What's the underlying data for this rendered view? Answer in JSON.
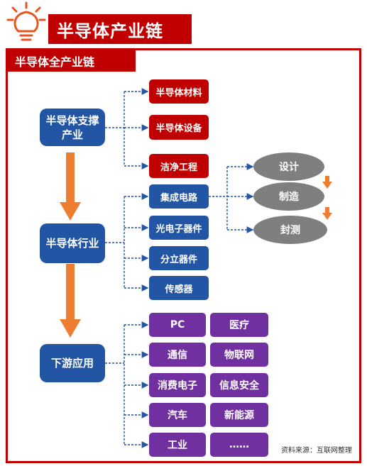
{
  "header": {
    "title": "半导体产业链"
  },
  "frame": {
    "title": "半导体全产业链"
  },
  "categories": {
    "support": "半导体支撑产业",
    "industry": "半导体行业",
    "downstream": "下游应用"
  },
  "support_items": [
    "半导体材料",
    "半导体设备",
    "洁净工程"
  ],
  "industry_items": [
    "集成电路",
    "光电子器件",
    "分立器件",
    "传感器"
  ],
  "ic_process": [
    "设计",
    "制造",
    "封测"
  ],
  "downstream_items": [
    "PC",
    "医疗",
    "通信",
    "物联网",
    "消费电子",
    "信息安全",
    "汽车",
    "新能源",
    "工业",
    "……"
  ],
  "source": "资料来源：互联网整理",
  "colors": {
    "red": "#c00000",
    "blue": "#2255a4",
    "purple": "#7030a0",
    "gray": "#7f7f7f",
    "orange": "#ed7d31"
  }
}
